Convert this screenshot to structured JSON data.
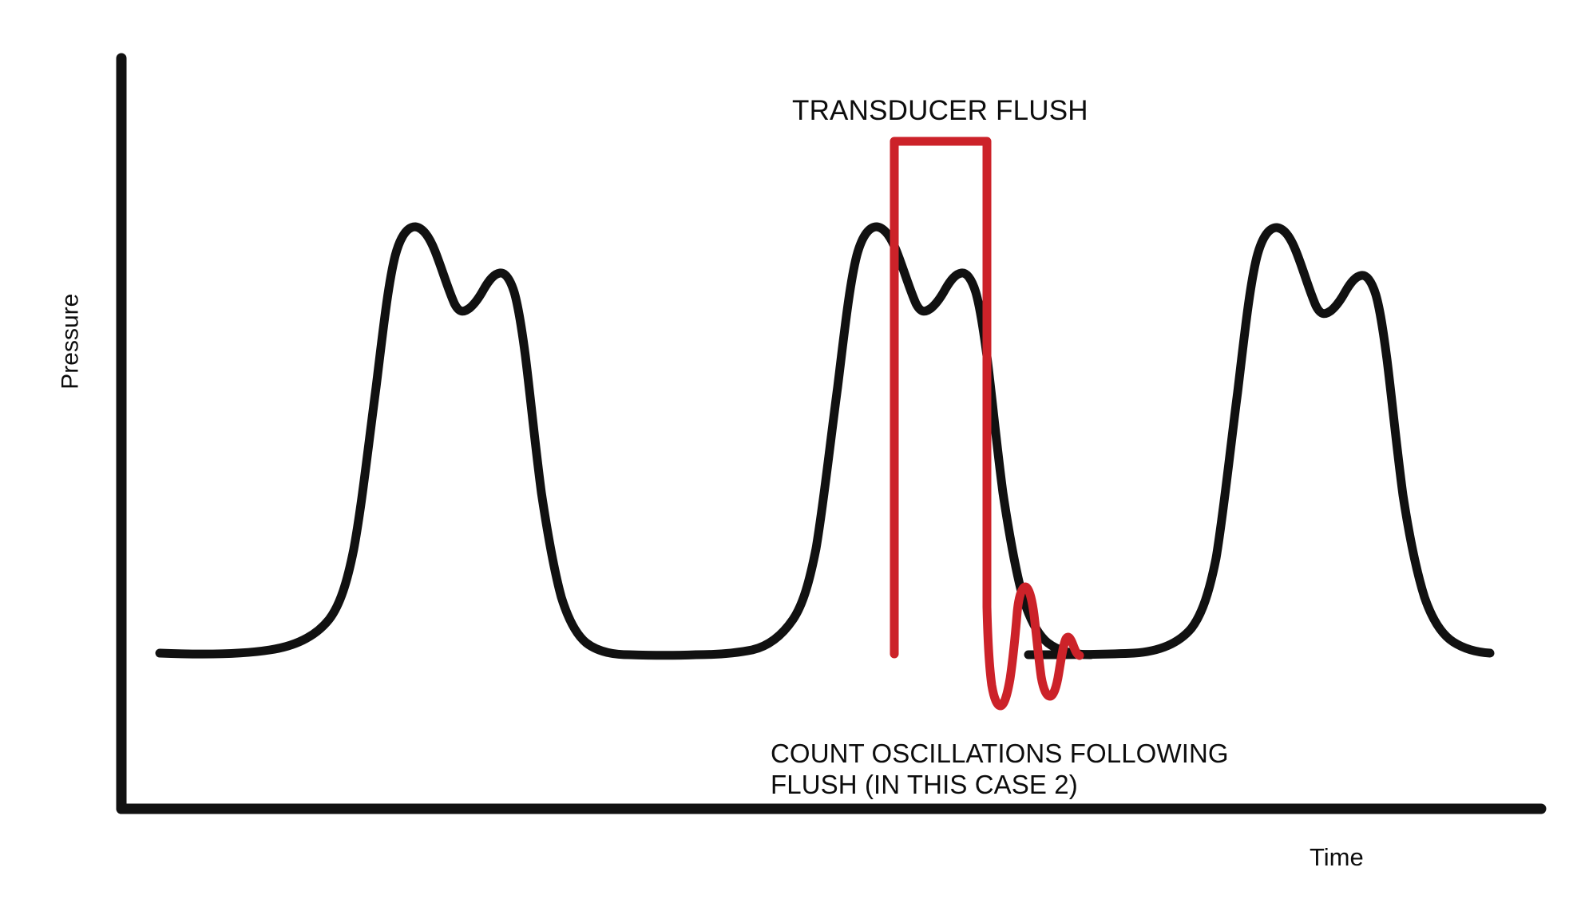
{
  "figure": {
    "background_color": "#ffffff",
    "trace_color": "#111111",
    "flush_color": "#cc2229",
    "axis_color": "#111111"
  },
  "axes": {
    "y_label": "Pressure",
    "x_label": "Time"
  },
  "annotations": {
    "flush_label": "TRANSDUCER FLUSH",
    "oscillation_label_line1": "COUNT OSCILLATIONS FOLLOWING",
    "oscillation_label_line2": "FLUSH (IN THIS CASE 2)"
  },
  "chart_data": {
    "type": "line",
    "title": "",
    "subtitle": "",
    "xlabel": "Time",
    "ylabel": "Pressure",
    "grid": false,
    "legend_position": "none",
    "axis_ticks": {
      "x": [],
      "y": []
    },
    "xlim": [
      0,
      100
    ],
    "ylim": [
      0,
      100
    ],
    "description": "Arterial pressure waveform square-wave (fast-flush) test showing three arterial pulse complexes with a transducer flush square pulse and two damped oscillations after the flush release.",
    "oscillation_count": 2,
    "series": [
      {
        "name": "Arterial pressure waveform",
        "color": "#111111",
        "points": [
          {
            "x": 2.8,
            "y": 20.9
          },
          {
            "x": 5.0,
            "y": 20.9
          },
          {
            "x": 7.5,
            "y": 21.1
          },
          {
            "x": 9.8,
            "y": 21.6
          },
          {
            "x": 11.6,
            "y": 22.6
          },
          {
            "x": 12.8,
            "y": 24.5
          },
          {
            "x": 13.8,
            "y": 29.0
          },
          {
            "x": 14.6,
            "y": 38.0
          },
          {
            "x": 15.4,
            "y": 52.0
          },
          {
            "x": 16.2,
            "y": 65.0
          },
          {
            "x": 17.2,
            "y": 75.5
          },
          {
            "x": 18.3,
            "y": 80.8
          },
          {
            "x": 19.3,
            "y": 81.2
          },
          {
            "x": 20.4,
            "y": 78.0
          },
          {
            "x": 21.4,
            "y": 74.2
          },
          {
            "x": 22.2,
            "y": 71.6
          },
          {
            "x": 22.9,
            "y": 70.6
          },
          {
            "x": 23.7,
            "y": 71.6
          },
          {
            "x": 24.4,
            "y": 73.6
          },
          {
            "x": 25.0,
            "y": 74.2
          },
          {
            "x": 25.8,
            "y": 72.0
          },
          {
            "x": 26.6,
            "y": 66.0
          },
          {
            "x": 27.4,
            "y": 55.0
          },
          {
            "x": 28.3,
            "y": 42.0
          },
          {
            "x": 29.3,
            "y": 31.0
          },
          {
            "x": 30.4,
            "y": 25.0
          },
          {
            "x": 31.6,
            "y": 22.2
          },
          {
            "x": 33.0,
            "y": 21.2
          },
          {
            "x": 35.5,
            "y": 20.9
          },
          {
            "x": 38.0,
            "y": 20.9
          },
          {
            "x": 40.0,
            "y": 21.2
          },
          {
            "x": 41.4,
            "y": 22.0
          },
          {
            "x": 42.4,
            "y": 24.0
          },
          {
            "x": 43.3,
            "y": 28.5
          },
          {
            "x": 44.1,
            "y": 38.0
          },
          {
            "x": 44.9,
            "y": 52.0
          },
          {
            "x": 45.7,
            "y": 65.0
          },
          {
            "x": 46.7,
            "y": 75.5
          },
          {
            "x": 47.8,
            "y": 80.9
          },
          {
            "x": 48.8,
            "y": 81.2
          },
          {
            "x": 49.9,
            "y": 78.0
          },
          {
            "x": 50.9,
            "y": 74.2
          },
          {
            "x": 51.7,
            "y": 71.6
          },
          {
            "x": 52.4,
            "y": 70.6
          },
          {
            "x": 53.2,
            "y": 71.6
          },
          {
            "x": 53.9,
            "y": 73.6
          },
          {
            "x": 54.5,
            "y": 74.2
          },
          {
            "x": 55.3,
            "y": 72.0
          },
          {
            "x": 56.1,
            "y": 66.0
          },
          {
            "x": 56.9,
            "y": 55.0
          },
          {
            "x": 57.8,
            "y": 42.0
          },
          {
            "x": 58.8,
            "y": 31.0
          },
          {
            "x": 59.9,
            "y": 25.0
          },
          {
            "x": 61.1,
            "y": 22.2
          },
          {
            "x": 62.5,
            "y": 21.2
          },
          {
            "x": 64.5,
            "y": 20.9
          },
          {
            "x": 66.3,
            "y": 20.8
          }
        ]
      },
      {
        "name": "Arterial pressure waveform (post-flush)",
        "color": "#111111",
        "points": [
          {
            "x": 72.4,
            "y": 20.6
          },
          {
            "x": 74.5,
            "y": 20.8
          },
          {
            "x": 76.5,
            "y": 21.0
          },
          {
            "x": 78.4,
            "y": 21.5
          },
          {
            "x": 79.7,
            "y": 22.6
          },
          {
            "x": 80.7,
            "y": 25.0
          },
          {
            "x": 81.6,
            "y": 30.5
          },
          {
            "x": 82.4,
            "y": 40.0
          },
          {
            "x": 83.2,
            "y": 54.0
          },
          {
            "x": 84.0,
            "y": 67.0
          },
          {
            "x": 85.0,
            "y": 76.5
          },
          {
            "x": 86.0,
            "y": 81.0
          },
          {
            "x": 87.0,
            "y": 81.2
          },
          {
            "x": 88.1,
            "y": 78.0
          },
          {
            "x": 89.1,
            "y": 74.2
          },
          {
            "x": 89.9,
            "y": 71.6
          },
          {
            "x": 90.6,
            "y": 70.6
          },
          {
            "x": 91.4,
            "y": 71.6
          },
          {
            "x": 92.1,
            "y": 73.6
          },
          {
            "x": 92.7,
            "y": 74.2
          },
          {
            "x": 93.5,
            "y": 72.0
          },
          {
            "x": 94.3,
            "y": 66.0
          },
          {
            "x": 95.1,
            "y": 55.0
          },
          {
            "x": 96.0,
            "y": 42.0
          },
          {
            "x": 97.0,
            "y": 31.0
          },
          {
            "x": 98.1,
            "y": 25.5
          },
          {
            "x": 99.3,
            "y": 22.6
          },
          {
            "x": 100.7,
            "y": 21.4
          },
          {
            "x": 102.5,
            "y": 20.8
          },
          {
            "x": 104.5,
            "y": 20.6
          }
        ]
      },
      {
        "name": "Transducer flush square wave",
        "color": "#cc2229",
        "points": [
          {
            "x": 66.3,
            "y": 20.8
          },
          {
            "x": 66.4,
            "y": 96.0
          },
          {
            "x": 73.3,
            "y": 96.0
          },
          {
            "x": 73.4,
            "y": 20.0
          },
          {
            "x": 73.6,
            "y": 8.0
          },
          {
            "x": 74.0,
            "y": 4.5
          },
          {
            "x": 74.5,
            "y": 14.0
          },
          {
            "x": 74.9,
            "y": 27.0
          },
          {
            "x": 75.3,
            "y": 22.0
          },
          {
            "x": 75.8,
            "y": 11.0
          },
          {
            "x": 76.3,
            "y": 7.5
          },
          {
            "x": 76.8,
            "y": 15.0
          },
          {
            "x": 77.3,
            "y": 20.0
          },
          {
            "x": 77.8,
            "y": 20.6
          },
          {
            "x": 79.0,
            "y": 20.6
          }
        ]
      }
    ]
  }
}
